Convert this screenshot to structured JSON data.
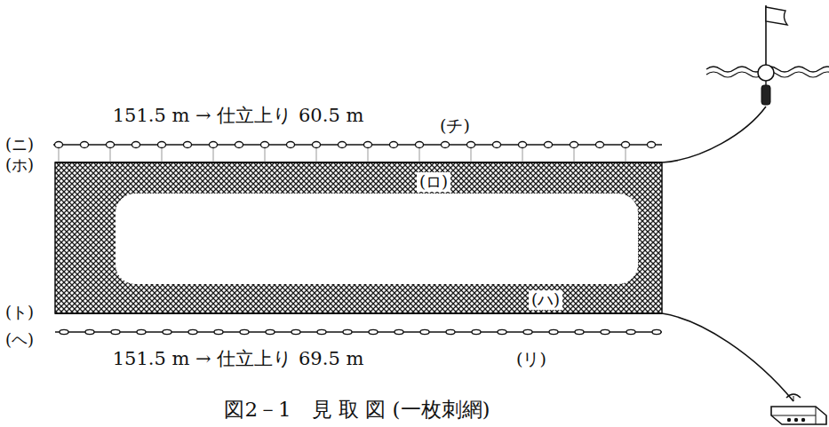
{
  "diagram": {
    "caption": "図2－1　見 取 図 (一枚刺網)",
    "labels": [
      "151.5 m → 仕立上り 60.5 m",
      "(チ)",
      "(ニ)",
      "(ホ)",
      "(ロ)",
      "(ト)",
      "(ハ)",
      "(ヘ)",
      "151.5 m → 仕立上り 69.5 m",
      "(リ)"
    ]
  }
}
